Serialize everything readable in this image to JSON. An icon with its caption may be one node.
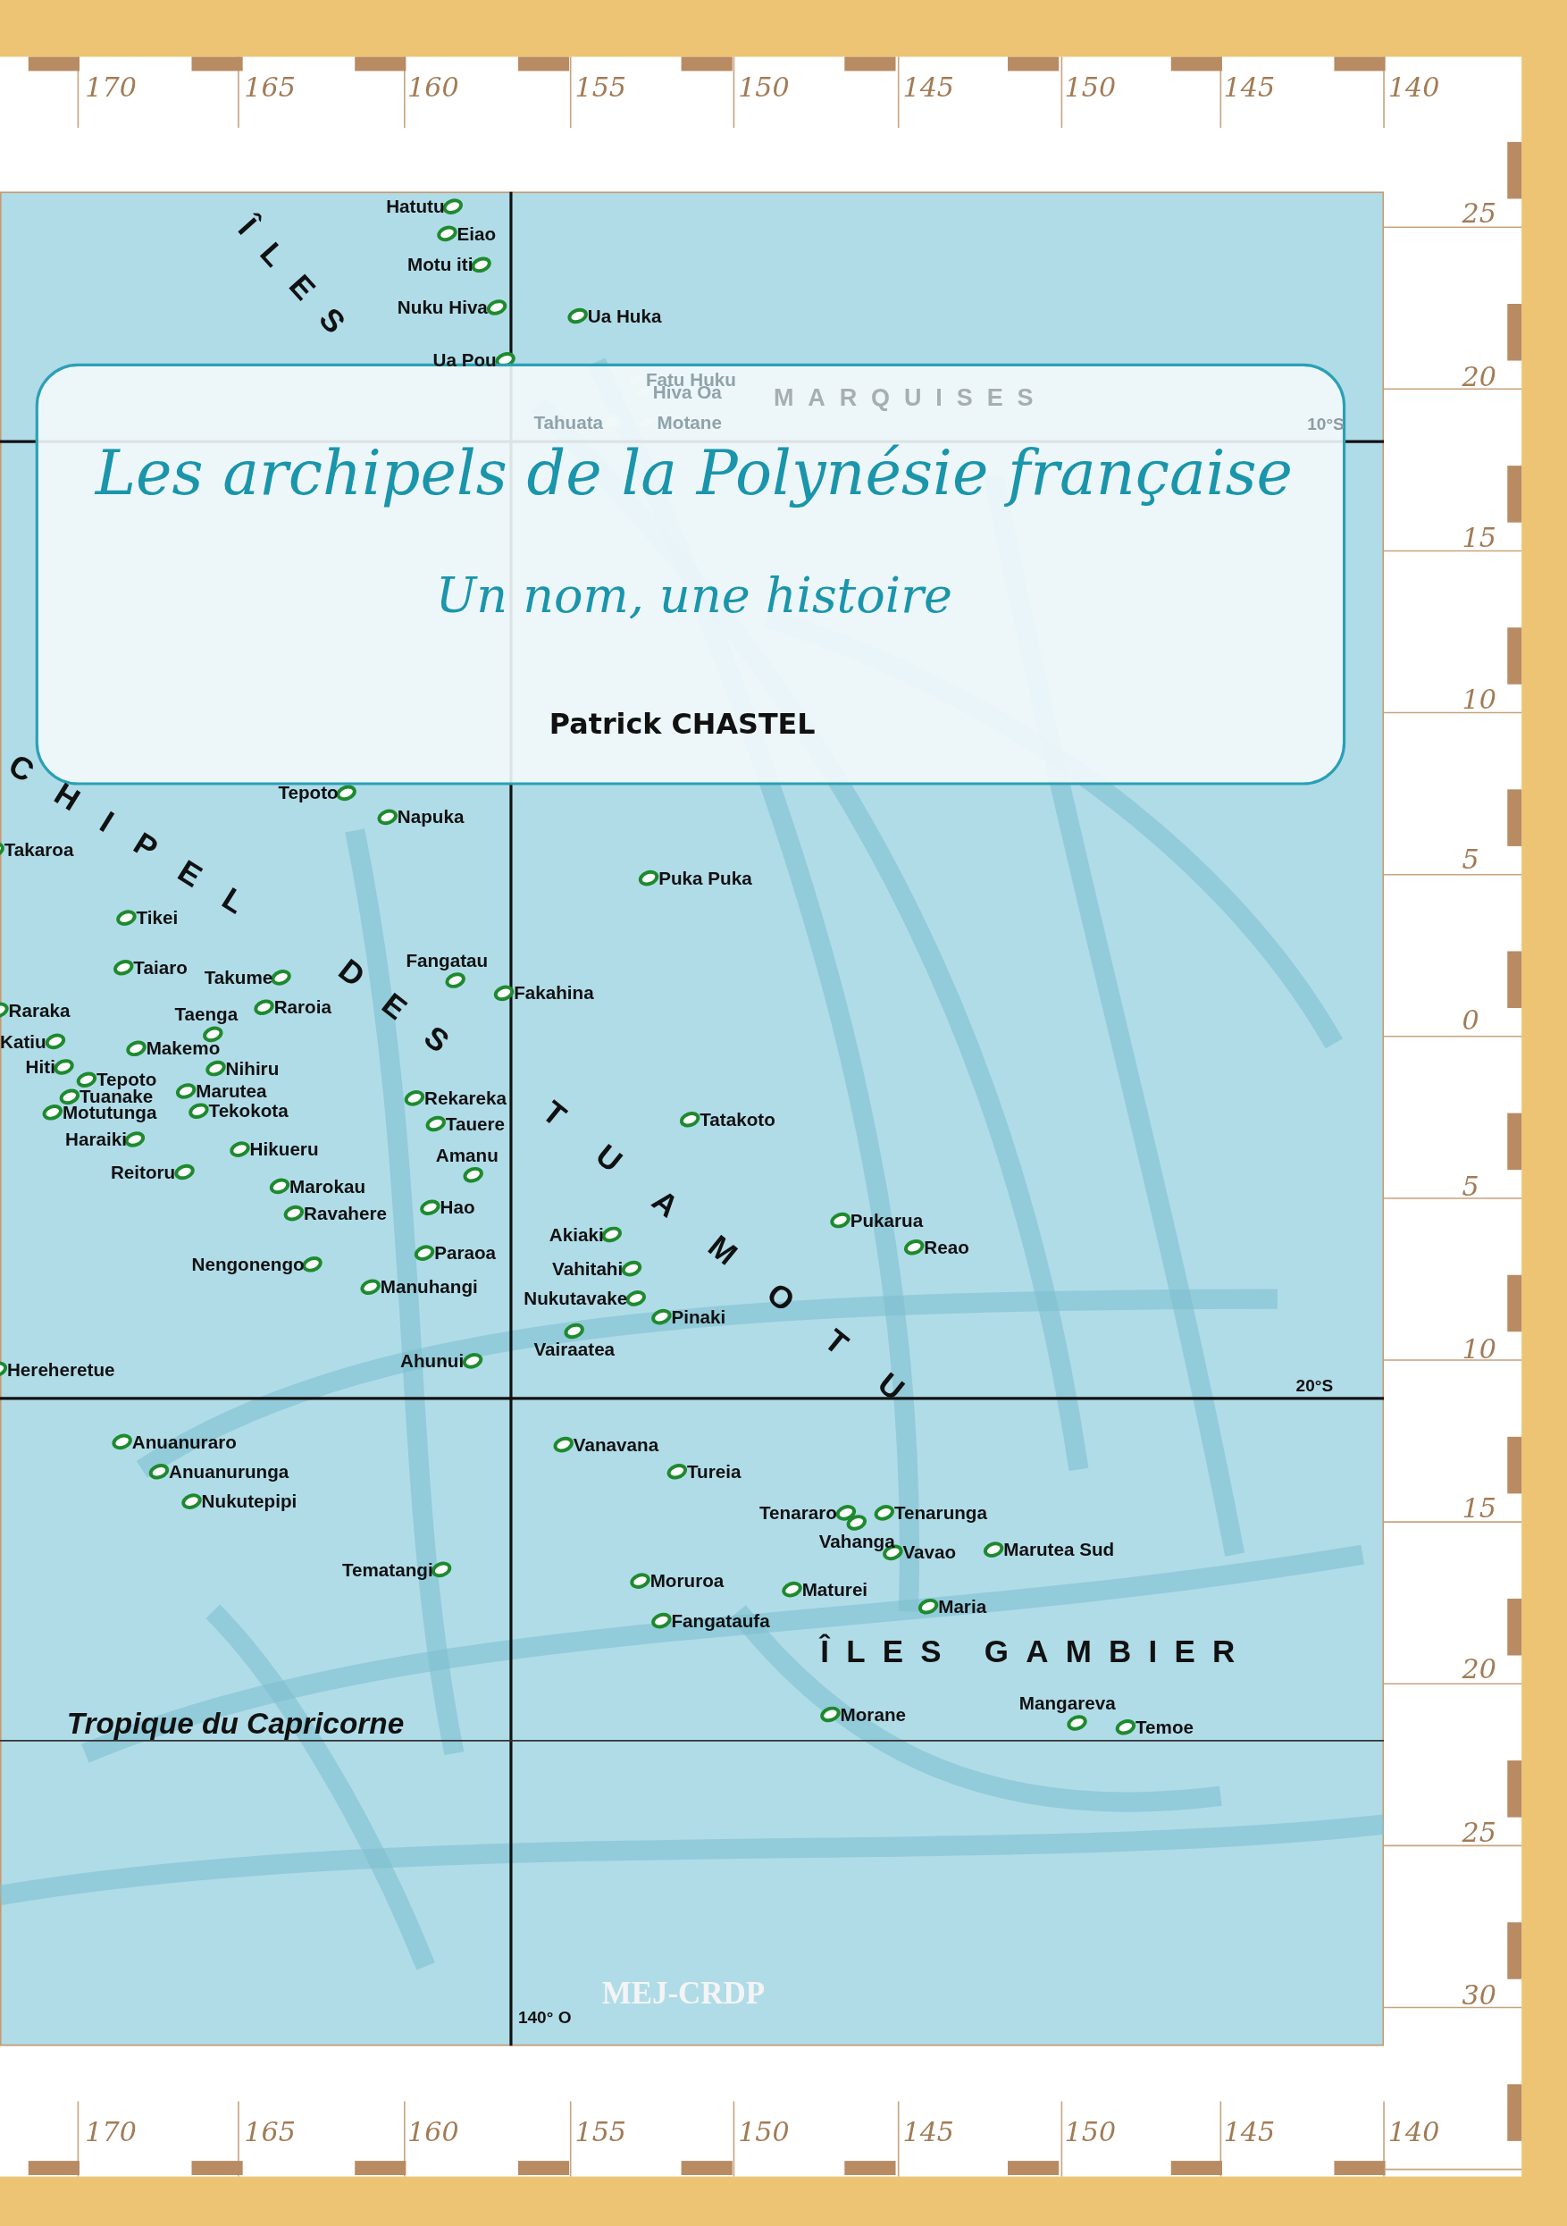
{
  "diagram": {
    "title": "Les archipels de la Polynésie française",
    "labels": [
      "170",
      "165",
      "160",
      "155",
      "150",
      "145",
      "150",
      "145",
      "140",
      "Hatutu",
      "Eiao",
      "Motu iti",
      "ÎLES",
      "Nuku Hiva",
      "Ua Huka",
      "Ua Pou",
      "Fatu Huku",
      "Hiva Oa",
      "Tahuata",
      "Motane",
      "MARQUISES",
      "10°S",
      "Un nom, une histoire",
      "Patrick CHASTEL",
      "Tepoto",
      "Napuka",
      "Takaroa",
      "CHIPEL",
      "Puka Puka",
      "Tikei",
      "Taiaro",
      "Takume",
      "Fangatau",
      "Fakahina",
      "Raraka",
      "Raroia",
      "Taenga",
      "DES",
      "Katiu",
      "Makemo",
      "Hiti",
      "Nihiru",
      "Tepoto",
      "Tuanake",
      "Marutea",
      "Rekareka",
      "Motutunga",
      "Tekokota",
      "Tauere",
      "Tatakoto",
      "Haraiki",
      "Hikueru",
      "Amanu",
      "Reitoru",
      "Marokau",
      "Hao",
      "Ravahere",
      "Pukarua",
      "Akiaki",
      "Reao",
      "Paraoa",
      "Nengonengo",
      "Vahitahi",
      "Manuhangi",
      "Nukutavake",
      "Pinaki",
      "TUAMOTU",
      "Vairaatea",
      "Ahunui",
      "Hereheretue",
      "20°S",
      "Anuanuraro",
      "Vanavana",
      "Anuanurunga",
      "Tureia",
      "Nukutepipi",
      "Tenararo",
      "Tenarunga",
      "Vahanga",
      "Vavao",
      "Marutea Sud",
      "Tematangi",
      "Moruroa",
      "Maturei",
      "Maria",
      "Fangataufa",
      "ÎLES GAMBIER",
      "Mangareva",
      "Morane",
      "Tropique du Capricorne",
      "Temoe",
      "MEJ-CRDP",
      "140° O",
      "25",
      "20",
      "15",
      "10",
      "5",
      "0",
      "5",
      "10",
      "15",
      "20",
      "25",
      "30",
      "170",
      "165",
      "160",
      "155",
      "150",
      "145",
      "150",
      "145",
      "140"
    ]
  }
}
